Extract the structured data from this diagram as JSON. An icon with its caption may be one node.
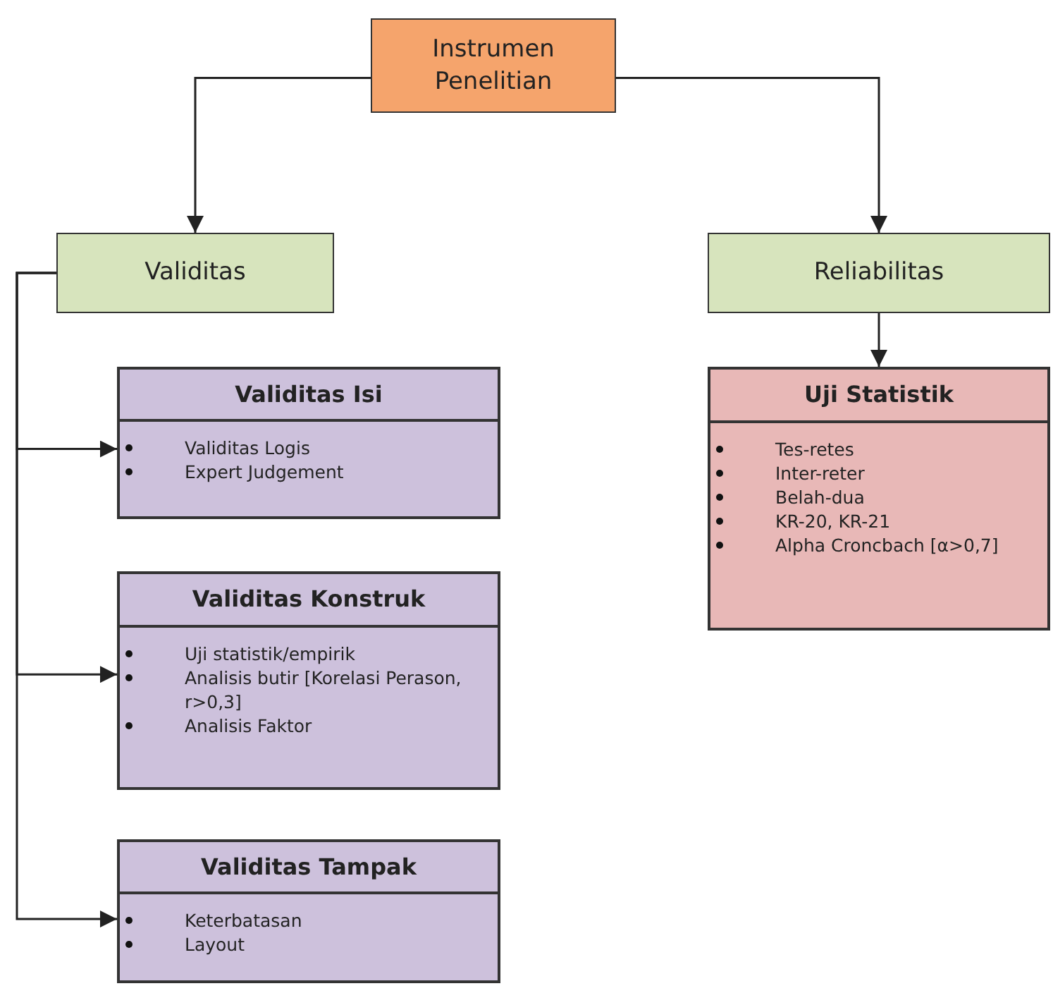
{
  "diagram": {
    "nodes": [
      {
        "text": [
          "Instrumen Penelitian"
        ]
      },
      {
        "text": [
          "Validitas"
        ]
      },
      {
        "text": [
          "Reliabilitas"
        ]
      },
      {
        "text": [
          "Validitas Isi",
          "Validitas Logis",
          "Expert Judgement"
        ]
      },
      {
        "text": [
          "Validitas Konstruk",
          "Uji statistik/empirik",
          "Analisis butir [Korelasi Perason, r>0,3]",
          "Analisis Faktor"
        ]
      },
      {
        "text": [
          "Validitas Tampak",
          "Keterbatasan",
          "Layout"
        ]
      },
      {
        "text": [
          "Uji Statistik",
          "Tes-retes",
          "Inter-reter",
          "Belah-dua",
          "KR-20, KR-21",
          "Alpha Croncbach [α>0,7]"
        ]
      }
    ],
    "edges": [
      {
        "from": 0,
        "to": 1,
        "arrow": "to"
      },
      {
        "from": 0,
        "to": 2,
        "arrow": "to"
      },
      {
        "from": 1,
        "to": 3,
        "arrow": "to"
      },
      {
        "from": 1,
        "to": 4,
        "arrow": "to"
      },
      {
        "from": 1,
        "to": 5,
        "arrow": "to"
      },
      {
        "from": 2,
        "to": 6,
        "arrow": "to"
      }
    ]
  }
}
